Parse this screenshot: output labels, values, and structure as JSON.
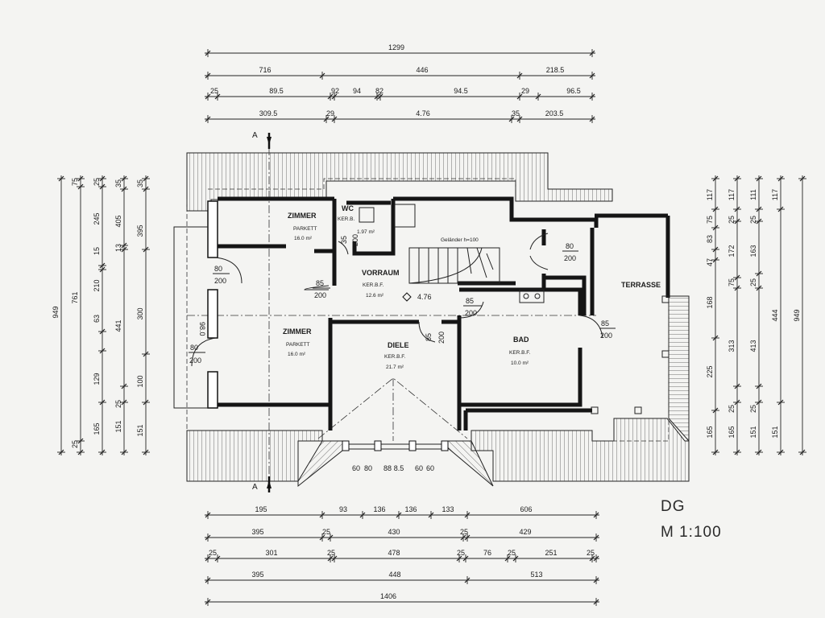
{
  "scale_label": {
    "level": "DG",
    "scale": "M  1:100"
  },
  "section": {
    "label": "A"
  },
  "rooms": {
    "zimmer1": {
      "name": "ZIMMER",
      "floor": "PARKETT",
      "area": "16.0 m²"
    },
    "zimmer2": {
      "name": "ZIMMER",
      "floor": "PARKETT",
      "area": "16.0 m²"
    },
    "wc": {
      "name": "WC",
      "floor": "KER.B.",
      "area": "1.97 m²"
    },
    "vorraum": {
      "name": "VORRAUM",
      "floor": "KER.B.F.",
      "area": "12.6 m²"
    },
    "diele": {
      "name": "DIELE",
      "floor": "KER.B.F.",
      "area": "21.7 m²"
    },
    "bad": {
      "name": "BAD",
      "floor": "KER.B.F.",
      "area": "10.0 m²"
    },
    "terrasse": {
      "name": "TERRASSE"
    },
    "stair_note": "Geländer h=100",
    "level_mark": "4.76"
  },
  "openings": {
    "o1": {
      "w": "80",
      "h": "200"
    },
    "o2": {
      "w": "85",
      "h": "200"
    },
    "o3": {
      "w": "80",
      "h": "200"
    },
    "o4": {
      "w": "85",
      "h": "200"
    },
    "o5": {
      "w": "85",
      "h": "200"
    },
    "o6": {
      "w": "85",
      "h": "200"
    },
    "o7": {
      "w": "80",
      "h": "200"
    },
    "o8": {
      "w": "35",
      "h": "200"
    },
    "o9": {
      "w": "80",
      "h": "200"
    },
    "o10": {
      "w": "98.0"
    }
  },
  "top_dims": {
    "row1": [
      "1299"
    ],
    "row2": [
      "716",
      "446",
      "218.5"
    ],
    "row3": [
      "25",
      "89.5",
      "92",
      "94",
      "82",
      "94.5",
      "29",
      "96.5"
    ],
    "row4": [
      "309.5",
      "29",
      "4.76",
      "35",
      "203.5"
    ]
  },
  "bottom_dims": {
    "row0": [
      "60",
      "80",
      "88",
      "8.5",
      "60",
      "60"
    ],
    "row1": [
      "195",
      "93",
      "136",
      "136",
      "133",
      "606"
    ],
    "row2": [
      "395",
      "25",
      "430",
      "25",
      "429"
    ],
    "row3": [
      "25",
      "301",
      "25",
      "478",
      "25",
      "76",
      "25",
      "251",
      "25"
    ],
    "row4": [
      "395",
      "448",
      "513"
    ],
    "row5": [
      "1406"
    ]
  },
  "left_dims": {
    "col1": [
      "949"
    ],
    "col2": [
      "75",
      "761",
      "25"
    ],
    "col3": [
      "25",
      "245",
      "15",
      "210",
      "63",
      "129",
      "165"
    ],
    "col4": [
      "35",
      "405",
      "13",
      "441",
      "25",
      "151"
    ],
    "col5": [
      "35",
      "395",
      "300",
      "100",
      "151"
    ]
  },
  "right_dims": {
    "col1": [
      "117",
      "75",
      "83",
      "47",
      "168",
      "225",
      "165"
    ],
    "col2": [
      "117",
      "25",
      "172",
      "75",
      "313",
      "25",
      "165"
    ],
    "col3": [
      "111",
      "25",
      "163",
      "25",
      "413",
      "25",
      "151"
    ],
    "col4": [
      "117",
      "444",
      "151"
    ],
    "col5": [
      "949"
    ]
  }
}
